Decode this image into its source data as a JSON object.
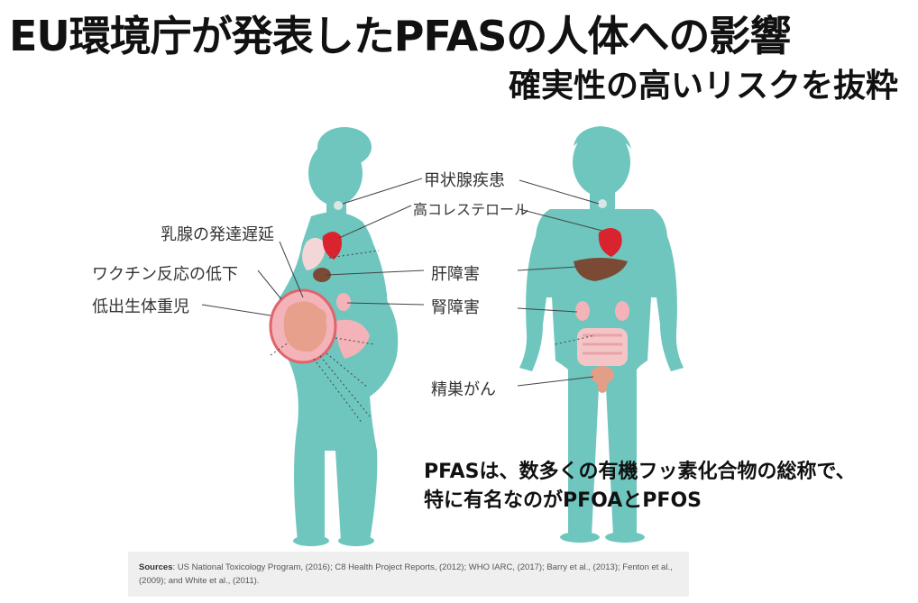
{
  "title": "EU環境庁が発表したPFASの人体への影響",
  "subtitle": "確実性の高いリスクを抜粋",
  "labels": {
    "thyroid": "甲状腺疾患",
    "cholesterol": "高コレステロール",
    "mammary": "乳腺の発達遅延",
    "vaccine": "ワクチン反応の低下",
    "birth_weight": "低出生体重児",
    "liver": "肝障害",
    "kidney": "腎障害",
    "testicular": "精巣がん"
  },
  "note": {
    "line1": "PFASは、数多くの有機フッ素化合物の総称で、",
    "line2": "特に有名なのがPFOAとPFOS"
  },
  "sources": {
    "label": "Sources",
    "text": ": US National Toxicology Program, (2016); C8 Health Project Reports, (2012); WHO IARC, (2017); Barry et al., (2013); Fenton et al., (2009); and White et al., (2011)."
  },
  "colors": {
    "body": "#6ec6be",
    "organ_pink": "#f4b3b8",
    "heart": "#d9242f",
    "liver": "#7a4a34",
    "fetus": "#e7a08c"
  }
}
